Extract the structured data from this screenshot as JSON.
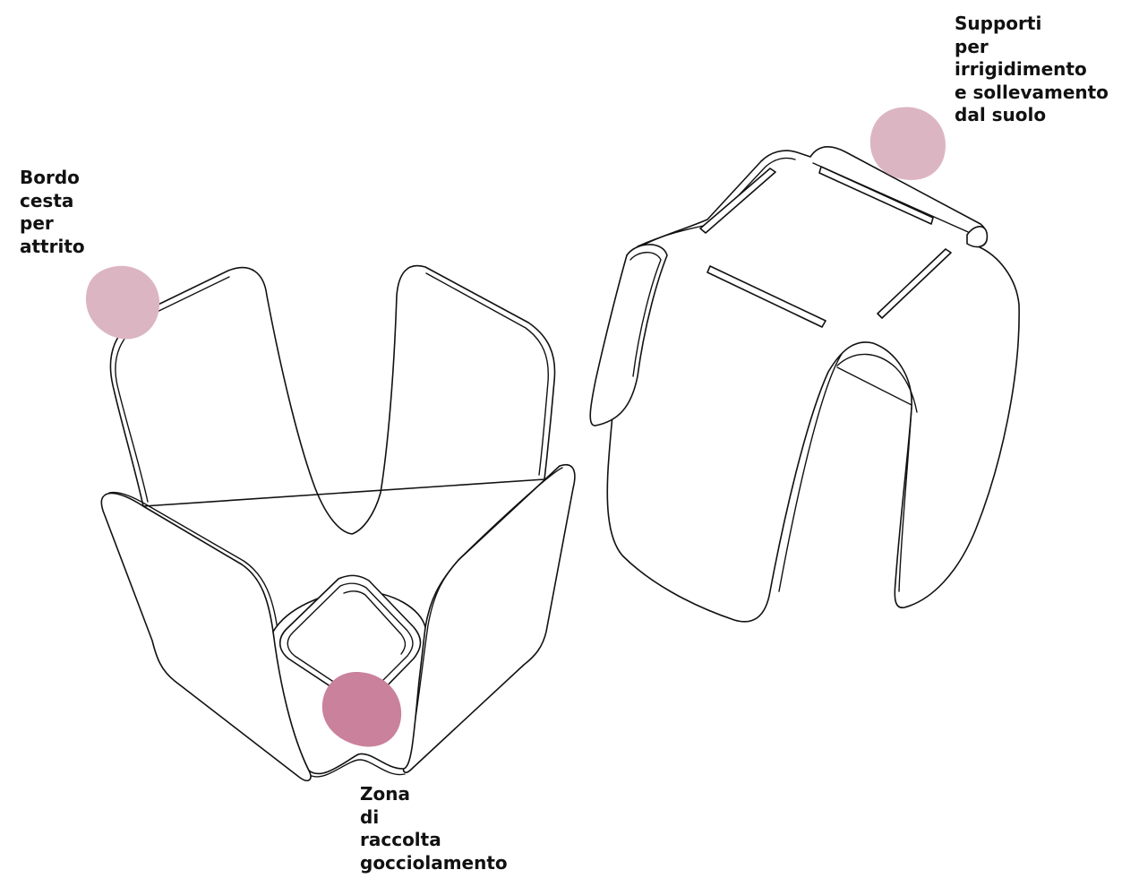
{
  "labels": {
    "bordo": {
      "lines": [
        "Bordo",
        "cesta",
        "per",
        "attrito"
      ]
    },
    "supporti": {
      "lines": [
        "Supporti",
        "per",
        "irrigidimento",
        "e sollevamento",
        "dal suolo"
      ]
    },
    "zona": {
      "lines": [
        "Zona",
        "di",
        "raccolta",
        "gocciolamento"
      ]
    }
  },
  "colors": {
    "marker_light": "#dcb5c3",
    "marker_dark": "#c9819c",
    "line": "#111111",
    "text": "#111111"
  }
}
